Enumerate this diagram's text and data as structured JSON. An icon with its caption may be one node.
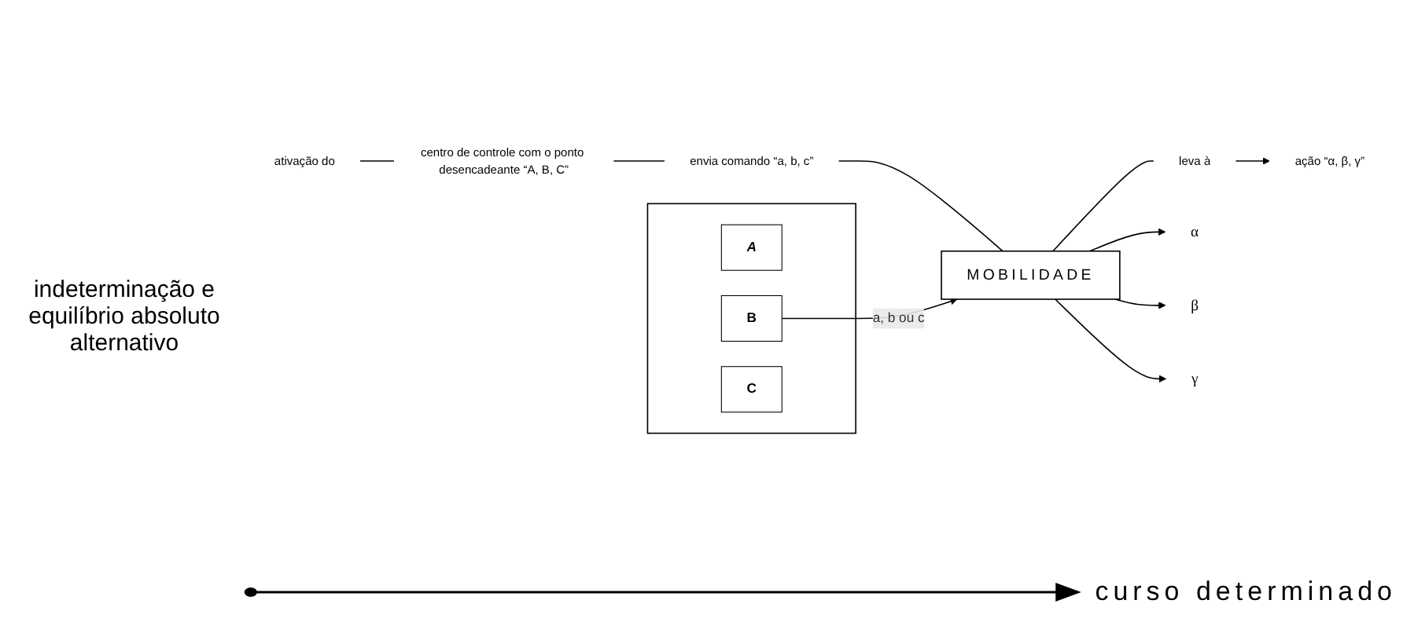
{
  "diagram": {
    "nodes": [
      {
        "text": [
          "ativação do"
        ]
      },
      {
        "text": [
          "centro de controle com o ponto desencadeante “A, B, C”"
        ]
      },
      {
        "text": [
          "envia comando “a, b, c”"
        ]
      },
      {
        "text": [
          "MOBILIDADE"
        ]
      },
      {
        "text": [
          "leva à"
        ]
      },
      {
        "text": [
          "ação “α, β, γ”"
        ]
      },
      {
        "text": [],
        "shape": "box"
      },
      {
        "text": [
          "A"
        ],
        "in": 6
      },
      {
        "text": [
          "B"
        ],
        "in": 6
      },
      {
        "text": [
          "C"
        ],
        "in": 6
      },
      {
        "text": [
          "α"
        ]
      },
      {
        "text": [
          "β"
        ]
      },
      {
        "text": [
          "γ"
        ]
      }
    ],
    "edges": [
      {
        "from": 0,
        "to": 1,
        "arrow": "none"
      },
      {
        "from": 1,
        "to": 2,
        "arrow": "none"
      },
      {
        "from": 2,
        "to": 3,
        "arrow": "none"
      },
      {
        "from": 3,
        "to": 4,
        "arrow": "none"
      },
      {
        "from": 4,
        "to": 5,
        "arrow": "to"
      },
      {
        "from": 8,
        "to": 3,
        "label": "a, b ou c",
        "arrow": "to"
      },
      {
        "from": 3,
        "to": 10,
        "arrow": "to"
      },
      {
        "from": 3,
        "to": 11,
        "arrow": "to"
      },
      {
        "from": 3,
        "to": 12,
        "arrow": "to"
      }
    ],
    "labels": [
      "indeterminação e equilíbrio absoluto alternativo",
      "curso determinado"
    ]
  }
}
